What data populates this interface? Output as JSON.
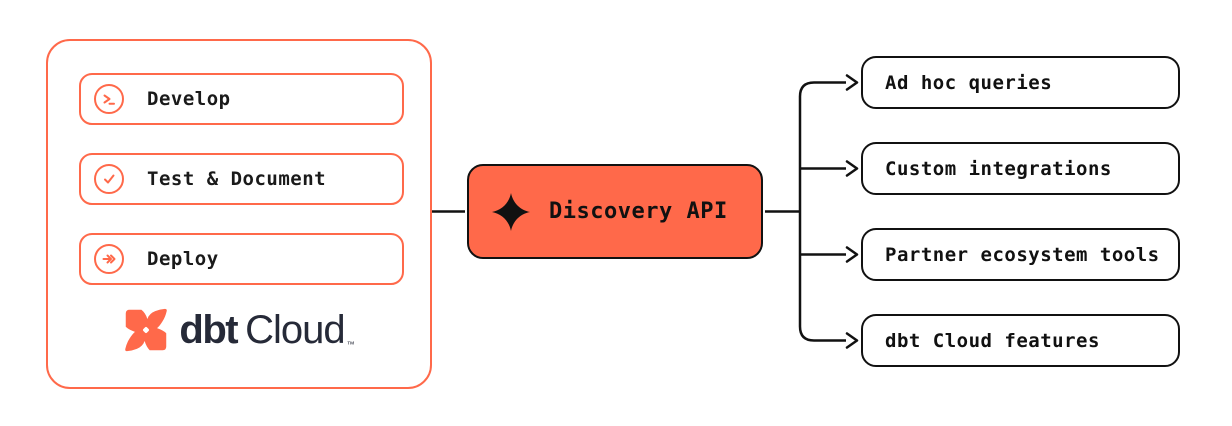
{
  "colors": {
    "accent_coral": "#FF694A",
    "line_ink": "#111111",
    "logo_navy": "#262A38",
    "background": "#FFFFFF"
  },
  "panel": {
    "steps": [
      {
        "label": "Develop",
        "icon": "terminal-prompt-icon"
      },
      {
        "label": "Test & Document",
        "icon": "check-circle-icon"
      },
      {
        "label": "Deploy",
        "icon": "deploy-arrow-icon"
      }
    ],
    "logo": {
      "brand": "dbt",
      "product": "Cloud",
      "trademark": "™"
    }
  },
  "api_node": {
    "label": "Discovery API",
    "icon": "sparkle-icon"
  },
  "consumers": [
    {
      "label": "Ad hoc queries"
    },
    {
      "label": "Custom integrations"
    },
    {
      "label": "Partner ecosystem tools"
    },
    {
      "label": "dbt Cloud features"
    }
  ]
}
